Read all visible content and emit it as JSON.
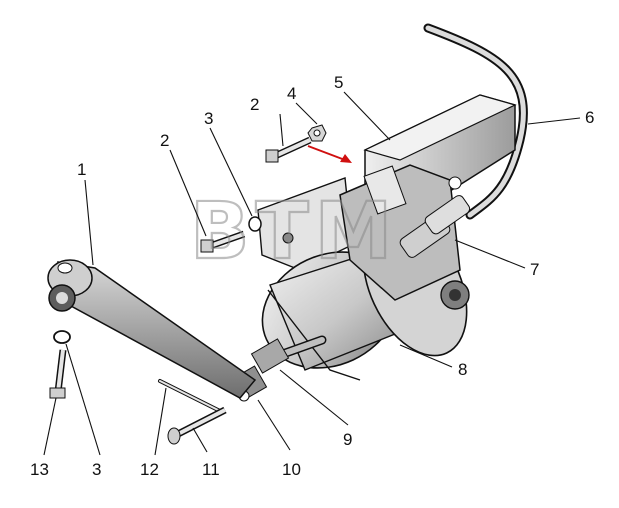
{
  "watermark": "BTM",
  "callouts": {
    "c1": "1",
    "c2a": "2",
    "c2b": "2",
    "c3a": "3",
    "c4": "4",
    "c5": "5",
    "c6": "6",
    "c7": "7",
    "c8": "8",
    "c9": "9",
    "c10": "10",
    "c11": "11",
    "c12": "12",
    "c3b": "3",
    "c13": "13"
  },
  "colors": {
    "line": "#111111",
    "shade": "#9a9a9a",
    "light": "#e6e6e6",
    "arrow": "#d01010"
  }
}
